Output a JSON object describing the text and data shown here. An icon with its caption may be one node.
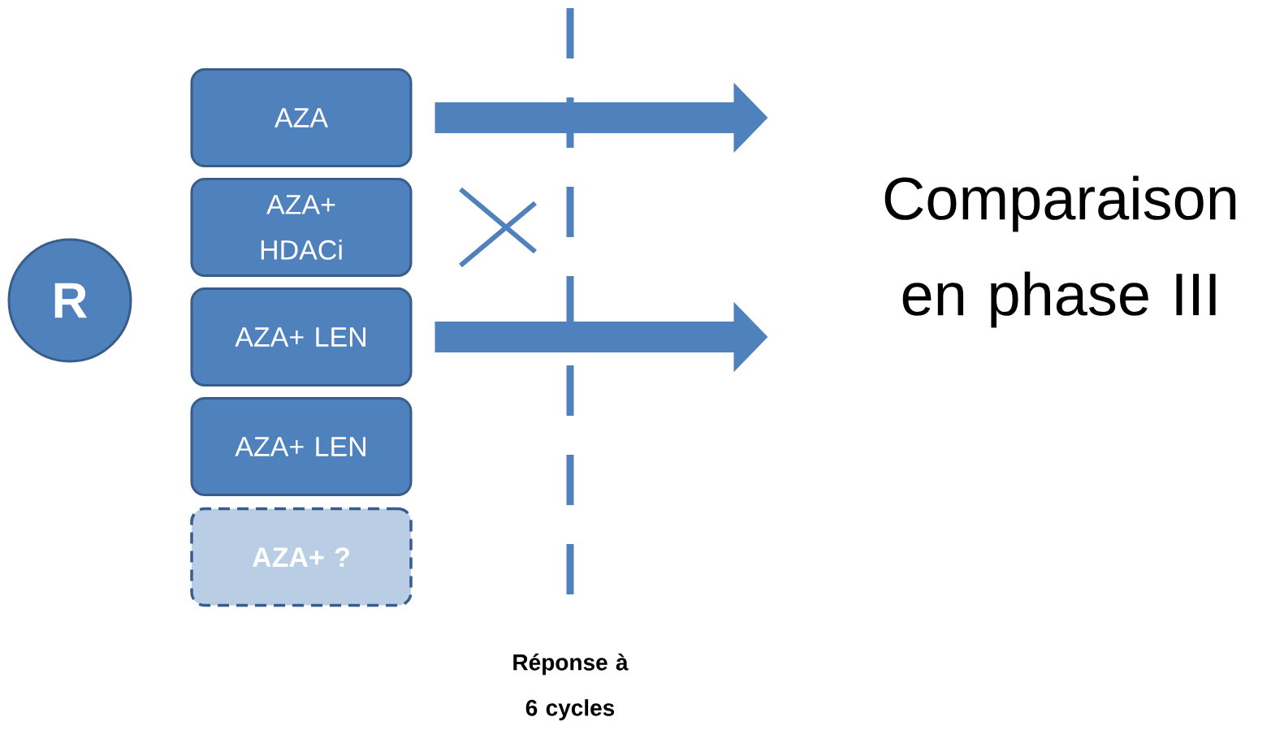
{
  "diagram": {
    "nodes": [
      {
        "text": [
          "R"
        ]
      },
      {
        "text": [
          "AZA"
        ]
      },
      {
        "text": [
          "AZA+ HDACi"
        ]
      },
      {
        "text": [
          "AZA+ LEN"
        ]
      },
      {
        "text": [
          "AZA+ LEN"
        ]
      },
      {
        "text": [
          "AZA+ ?"
        ]
      },
      {
        "text": [
          "Comparaison en phase III"
        ]
      }
    ],
    "edges": [
      {
        "from": 1,
        "to": null,
        "arrow": "to"
      },
      {
        "from": 3,
        "to": null,
        "arrow": "to"
      }
    ],
    "labels": [
      "Réponse à 6 cycles"
    ]
  }
}
